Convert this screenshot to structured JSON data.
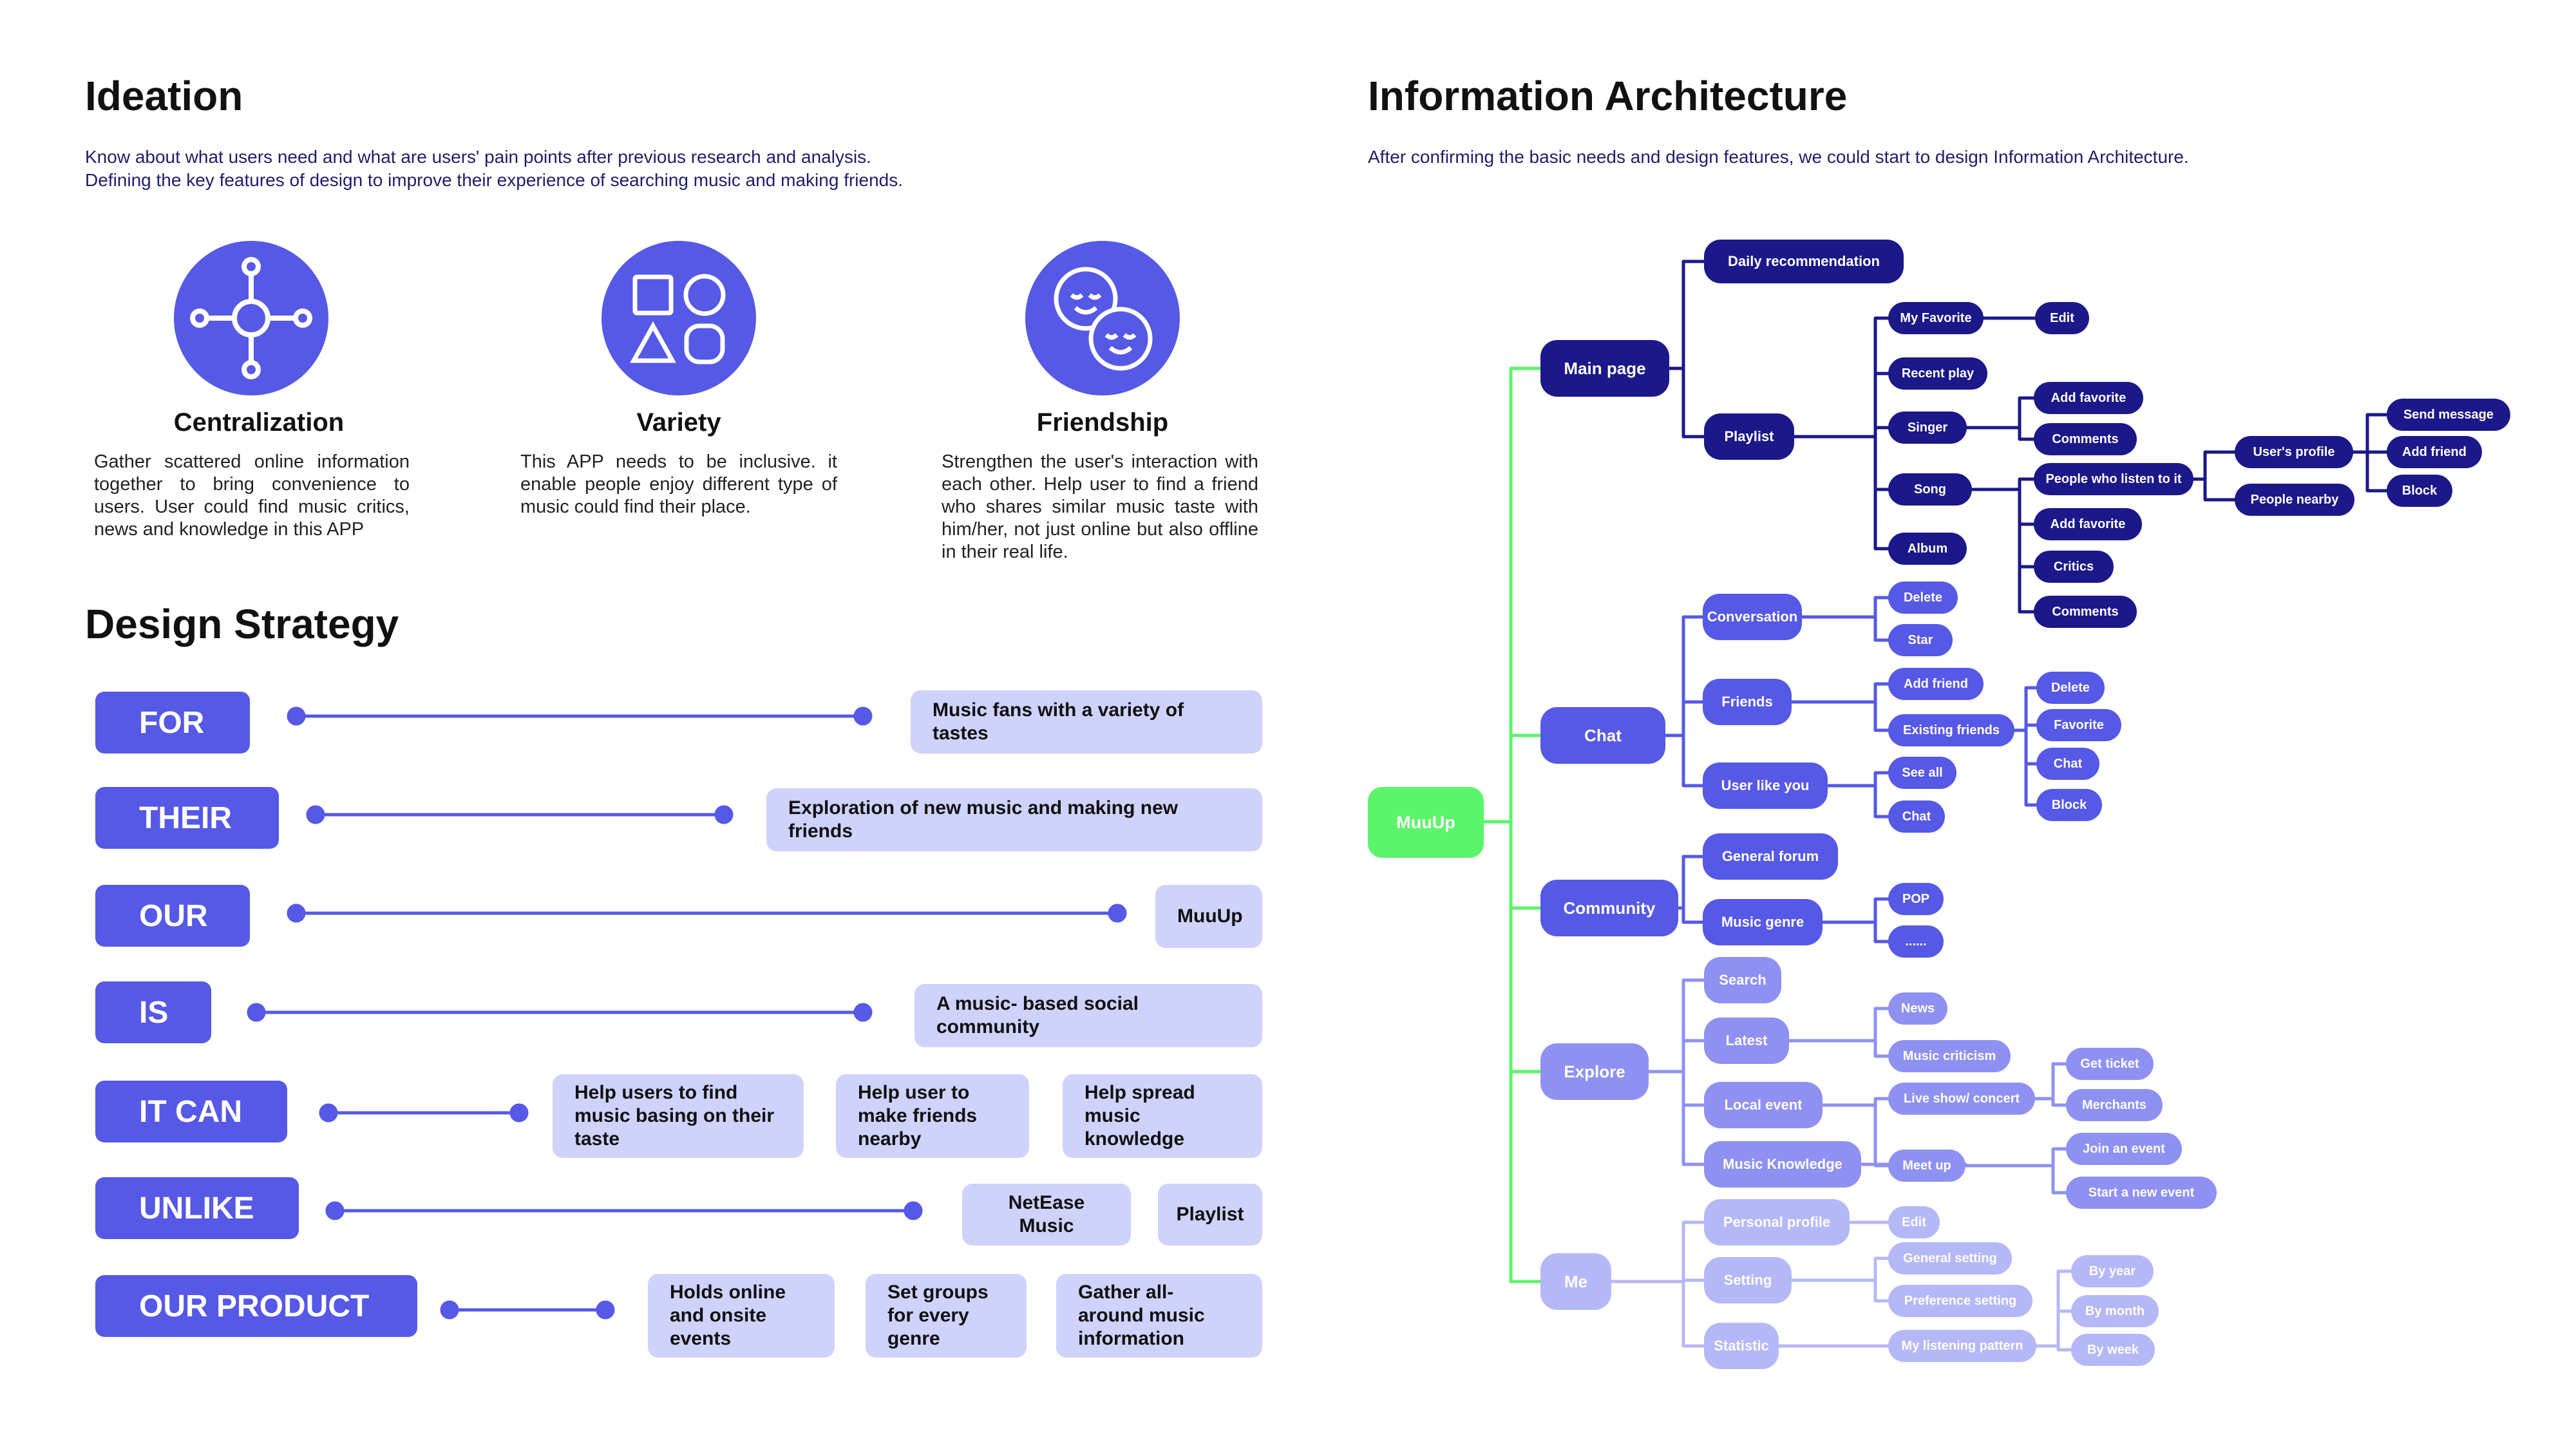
{
  "left": {
    "ideation_title": "Ideation",
    "ideation_intro_1": "Know about what users need and what are users' pain points after previous research and analysis.",
    "ideation_intro_2": "Defining the key features of design to improve their experience of searching music and making friends.",
    "features": [
      {
        "icon": "network-hub-icon",
        "title": "Centralization",
        "desc": "Gather scattered online information together to bring convenience to users. User could find music critics, news and knowledge in this APP"
      },
      {
        "icon": "shapes-icon",
        "title": "Variety",
        "desc": "This APP needs to be inclusive. it enable people enjoy different type of music could find their place."
      },
      {
        "icon": "smiling-faces-icon",
        "title": "Friendship",
        "desc": "Strengthen the user's interaction with each other. Help user to find a friend who shares similar music taste with him/her, not just online but also offline in their real life."
      }
    ],
    "strategy_title": "Design Strategy",
    "strategy": [
      {
        "keyword": "FOR",
        "values": [
          "Music fans with a variety of tastes"
        ]
      },
      {
        "keyword": "THEIR",
        "values": [
          "Exploration of new music  and making new friends"
        ]
      },
      {
        "keyword": "OUR",
        "values": [
          "MuuUp"
        ]
      },
      {
        "keyword": "IS",
        "values": [
          "A music- based social community"
        ]
      },
      {
        "keyword": "IT CAN",
        "values": [
          "Help users to find music basing on their taste",
          "Help user to make friends nearby",
          "Help spread music knowledge"
        ]
      },
      {
        "keyword": "UNLIKE",
        "values": [
          "NetEase Music",
          "Playlist"
        ]
      },
      {
        "keyword": "OUR PRODUCT",
        "values": [
          "Holds online and onsite events",
          "Set groups for every genre",
          "Gather all- around music information"
        ]
      }
    ]
  },
  "right": {
    "ia_title": "Information Architecture",
    "ia_intro": "After confirming the basic needs and design features, we could start to design Information Architecture.",
    "root": "MuuUp",
    "main_page": "Main page",
    "daily_recommendation": "Daily recommendation",
    "playlist": "Playlist",
    "my_favorite": "My Favorite",
    "edit": "Edit",
    "recent_play": "Recent play",
    "singer": "Singer",
    "song": "Song",
    "album": "Album",
    "singer_add_favorite": "Add favorite",
    "singer_comments": "Comments",
    "people_listen": "People who listen to it",
    "song_add_favorite": "Add favorite",
    "critics": "Critics",
    "album_comments": "Comments",
    "users_profile": "User's profile",
    "people_nearby": "People nearby",
    "send_message": "Send message",
    "add_friend_profile": "Add friend",
    "block_profile": "Block",
    "chat": "Chat",
    "conversation": "Conversation",
    "conv_delete": "Delete",
    "conv_star": "Star",
    "friends": "Friends",
    "add_friend": "Add friend",
    "existing_friends": "Existing friends",
    "ef_delete": "Delete",
    "ef_favorite": "Favorite",
    "ef_chat": "Chat",
    "ef_block": "Block",
    "user_like_you": "User like you",
    "see_all": "See all",
    "ulu_chat": "Chat",
    "community": "Community",
    "general_forum": "General forum",
    "music_genre": "Music genre",
    "pop": "POP",
    "ellipsis": "......",
    "explore": "Explore",
    "search": "Search",
    "latest": "Latest",
    "news": "News",
    "music_criticism": "Music criticism",
    "local_event": "Local event",
    "live_show": "Live show/ concert",
    "get_ticket": "Get ticket",
    "merchants": "Merchants",
    "music_knowledge": "Music Knowledge",
    "meet_up": "Meet up",
    "join_event": "Join an event",
    "start_event": "Start a new event",
    "me": "Me",
    "personal_profile": "Personal profile",
    "pp_edit": "Edit",
    "setting": "Setting",
    "general_setting": "General setting",
    "preference_setting": "Preference setting",
    "statistic": "Statistic",
    "listening_pattern": "My listening pattern",
    "by_year": "By year",
    "by_month": "By month",
    "by_week": "By week"
  },
  "colors": {
    "dark": "#1b1889",
    "mid": "#5658e6",
    "light": "#b5b8f6",
    "pill": "#cfd2fb",
    "root": "#5cf56a"
  }
}
